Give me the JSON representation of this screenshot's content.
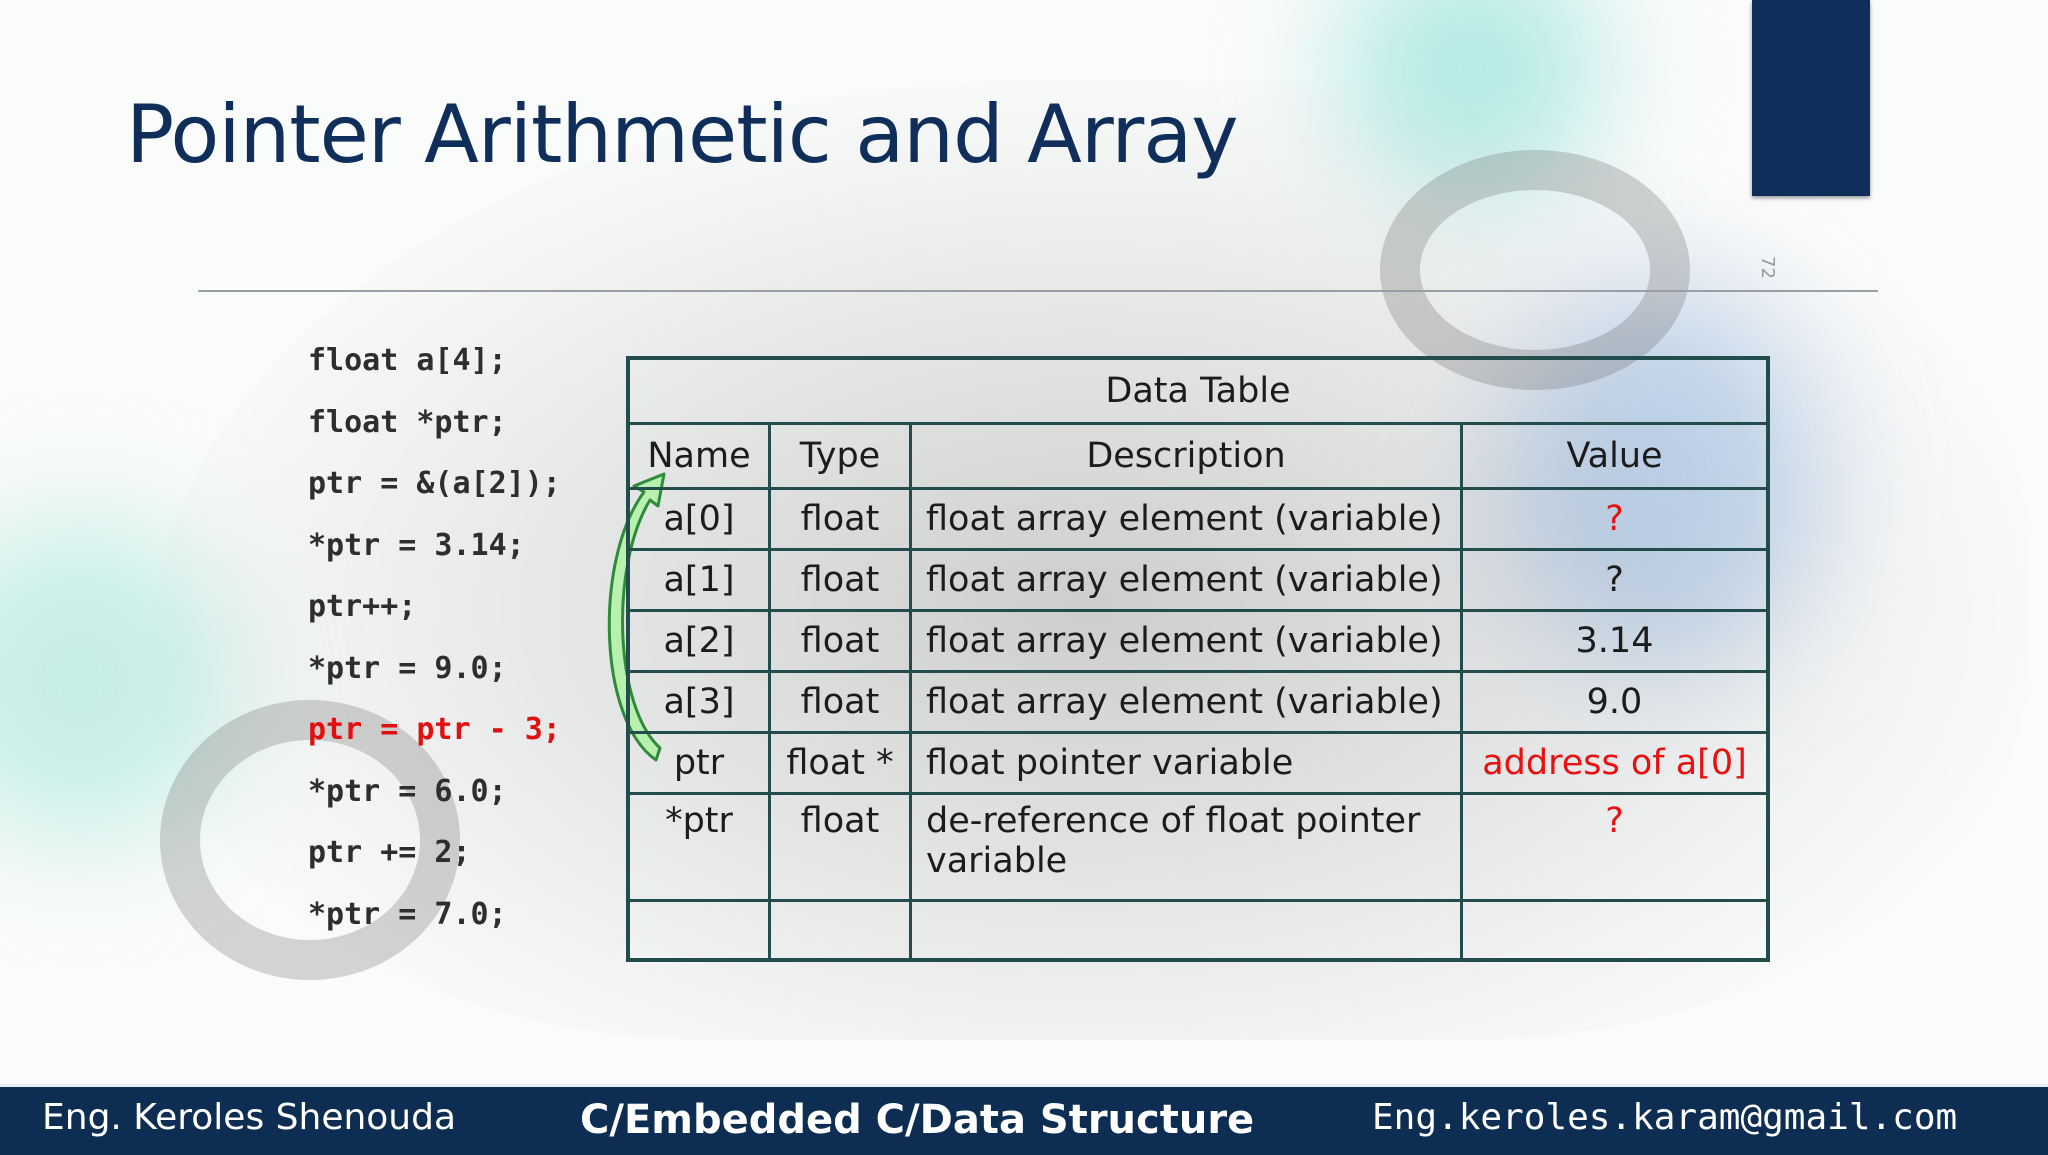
{
  "slide": {
    "title": "Pointer Arithmetic and Array",
    "page_number": "72"
  },
  "code_lines": [
    {
      "text": "float a[4];",
      "highlight": false
    },
    {
      "text": "float *ptr;",
      "highlight": false
    },
    {
      "text": "ptr = &(a[2]);",
      "highlight": false
    },
    {
      "text": "*ptr = 3.14;",
      "highlight": false
    },
    {
      "text": "ptr++;",
      "highlight": false
    },
    {
      "text": "*ptr = 9.0;",
      "highlight": false
    },
    {
      "text": "ptr = ptr - 3;",
      "highlight": true
    },
    {
      "text": "*ptr = 6.0;",
      "highlight": false
    },
    {
      "text": "ptr += 2;",
      "highlight": false
    },
    {
      "text": "*ptr = 7.0;",
      "highlight": false
    }
  ],
  "table": {
    "caption": "Data Table",
    "headers": [
      "Name",
      "Type",
      "Description",
      "Value"
    ],
    "rows": [
      {
        "name": "a[0]",
        "type": "float",
        "desc": "float array element (variable)",
        "value": "?",
        "value_red": true
      },
      {
        "name": "a[1]",
        "type": "float",
        "desc": "float array element (variable)",
        "value": "?",
        "value_red": false
      },
      {
        "name": "a[2]",
        "type": "float",
        "desc": "float array element (variable)",
        "value": "3.14",
        "value_red": false
      },
      {
        "name": "a[3]",
        "type": "float",
        "desc": "float array element (variable)",
        "value": "9.0",
        "value_red": false
      },
      {
        "name": "ptr",
        "type": "float *",
        "desc": "float pointer variable",
        "value": "address of a[0]",
        "value_red": true
      },
      {
        "name": "*ptr",
        "type": "float",
        "desc": "de-reference of float pointer variable",
        "value": "?",
        "value_red": true
      }
    ]
  },
  "footer": {
    "author": "Eng. Keroles Shenouda",
    "course": "C/Embedded C/Data Structure",
    "email": "Eng.keroles.karam@gmail.com"
  },
  "colors": {
    "title": "#0f2e5a",
    "footer_bg": "#0d2d52",
    "highlight": "#e01010",
    "table_border": "#234d4d",
    "arrow_fill": "#b8f0b0"
  }
}
